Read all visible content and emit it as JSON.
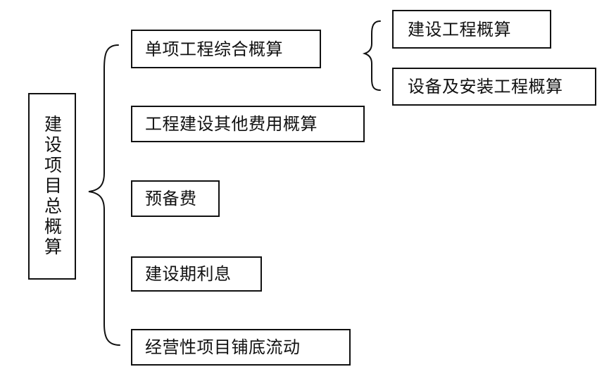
{
  "root": {
    "label": "建设项目总概算"
  },
  "children": [
    {
      "label": "单项工程综合概算"
    },
    {
      "label": "工程建设其他费用概算"
    },
    {
      "label": "预备费"
    },
    {
      "label": "建设期利息"
    },
    {
      "label": "经营性项目铺底流动"
    }
  ],
  "grandchildren": [
    {
      "label": "建设工程概算"
    },
    {
      "label": "设备及安装工程概算"
    }
  ]
}
